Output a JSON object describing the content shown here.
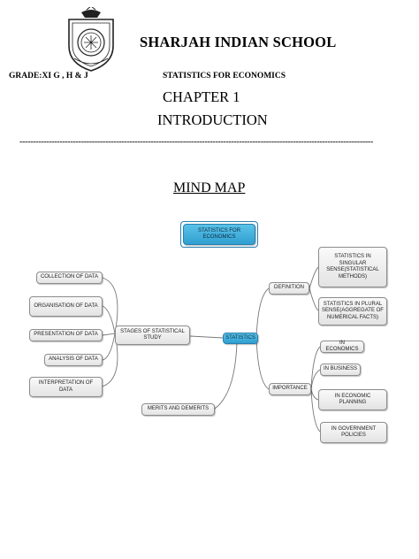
{
  "header": {
    "school_name": "SHARJAH INDIAN SCHOOL",
    "grade": "GRADE:XI G , H & J",
    "subject": "STATISTICS FOR ECONOMICS",
    "chapter": "CHAPTER 1",
    "chapter_title": "INTRODUCTION",
    "separator": "------------------------------------------------------------------------------------------------------------------------------------"
  },
  "mind_map": {
    "heading": "MIND MAP",
    "root": "STATISTICS FOR ECONOMICS",
    "center": "STATISTICS",
    "stages": "STAGES OF STATISTICAL STUDY",
    "merits": "MERITS AND DEMERITS",
    "definition": "DEFINITION",
    "importance": "IMPORTANCE",
    "stage_items": [
      "COLLECTION OF DATA",
      "ORGANISATION OF DATA",
      "PRESENTATION OF DATA",
      "ANALYSIS OF DATA",
      "INTERPRETATION OF DATA"
    ],
    "definition_items": [
      "STATISTICS IN SINGULAR SENSE(STATISTICAL METHODS)",
      "STATISTICS IN PLURAL SENSE(AGGREGATE OF NUMERICAL FACTS)"
    ],
    "importance_items": [
      "IN ECONOMICS",
      "IN BUSINESS",
      "IN ECONOMIC PLANNING",
      "IN GOVERNMENT POLICIES"
    ]
  }
}
